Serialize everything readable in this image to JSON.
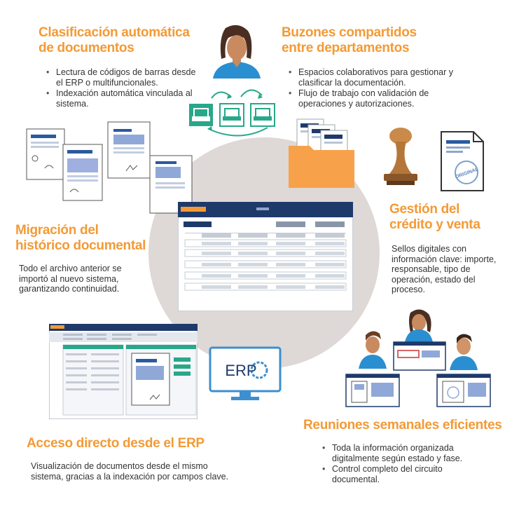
{
  "sections": {
    "clasificacion": {
      "title_1": "Clasificación automática",
      "title_2": "de documentos",
      "bullets": [
        "Lectura de códigos de barras desde el ERP o multifuncionales.",
        "Indexación automática vinculada al sistema."
      ]
    },
    "buzones": {
      "title_1": "Buzones compartidos",
      "title_2": "entre departamentos",
      "bullets": [
        "Espacios colaborativos para gestionar y clasificar la documentación.",
        "Flujo de trabajo con validación de operaciones y autorizaciones."
      ]
    },
    "migracion": {
      "title_1": "Migración del",
      "title_2": "histórico documental",
      "text": "Todo el archivo anterior se importó al nuevo sistema, garantizando continuidad."
    },
    "gestion": {
      "title_1": "Gestión del",
      "title_2": "crédito y venta",
      "text": "Sellos digitales con información clave: importe, responsable, tipo de operación, estado del proceso."
    },
    "acceso": {
      "title": "Acceso directo desde el ERP",
      "text": "Visualización de documentos desde el mismo sistema, gracias a la indexación por campos clave."
    },
    "reuniones": {
      "title": "Reuniones semanales eficientes",
      "bullets": [
        "Toda la información organizada digitalmente según estado y fase.",
        "Control completo del circuito documental."
      ]
    }
  },
  "icons": {
    "erp_label": "ERP",
    "stamp_text": "ORIGINAL"
  },
  "colors": {
    "accent": "#f39a35",
    "teal": "#27a88a",
    "navy": "#1e3a6a",
    "person_blue": "#2a8fd0",
    "folder": "#f7a24a",
    "circle": "#ded8d6"
  }
}
